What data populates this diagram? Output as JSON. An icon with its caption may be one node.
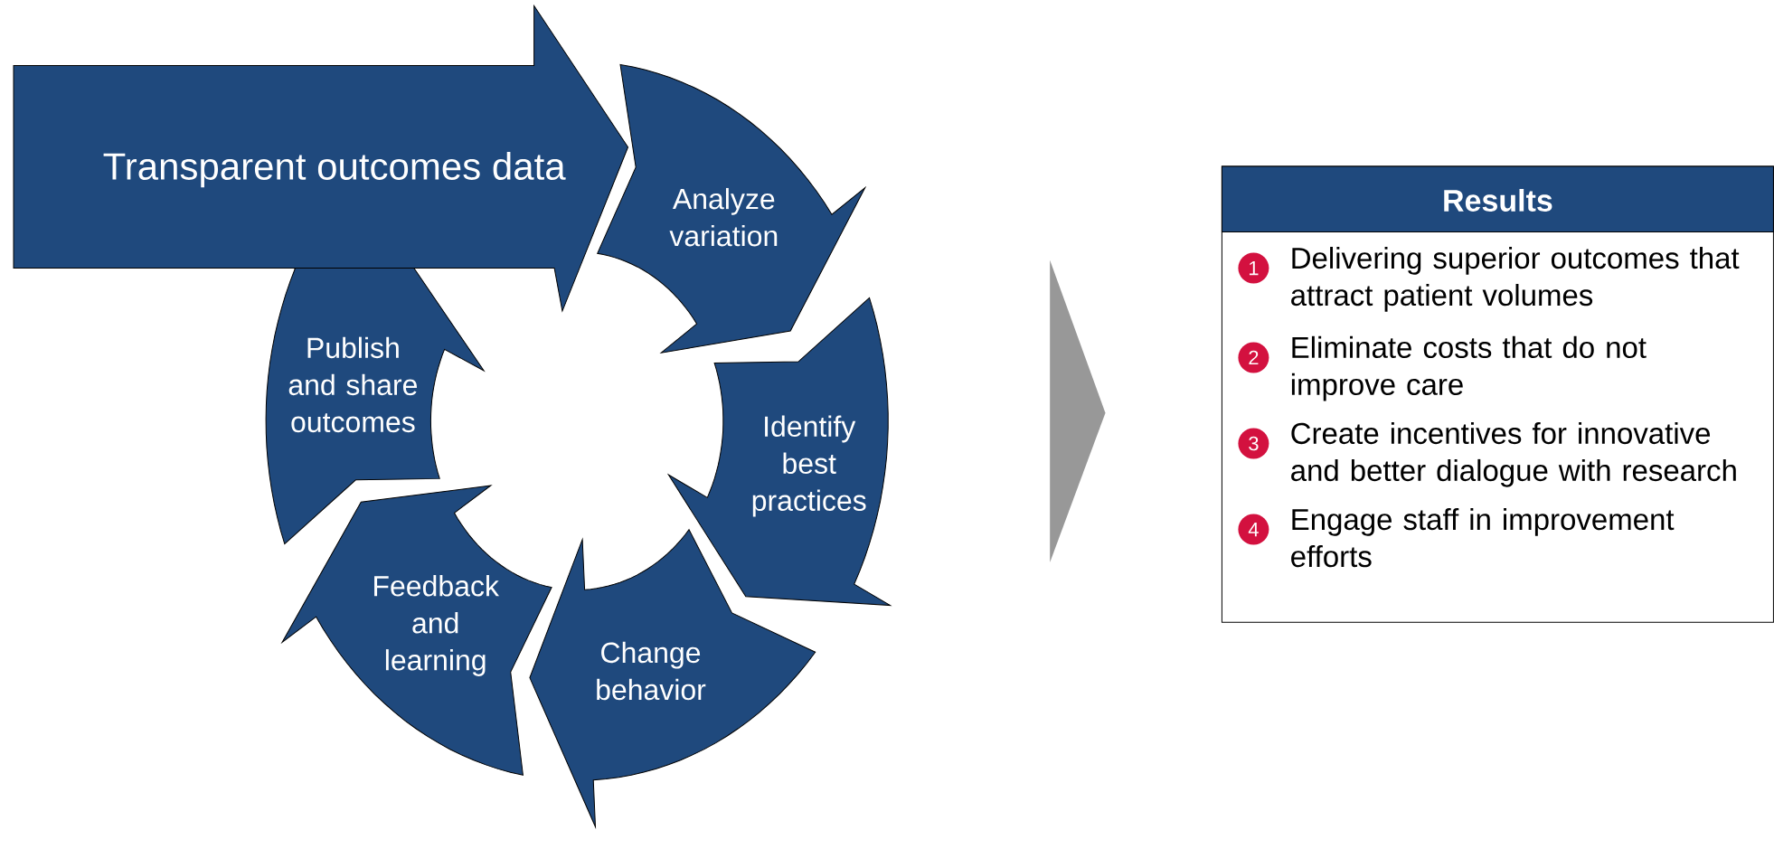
{
  "diagram": {
    "nodes": [
      {
        "text": [
          "Transparent outcomes data"
        ]
      },
      {
        "text": [
          "Analyze variation"
        ]
      },
      {
        "text": [
          "Identify best practices"
        ]
      },
      {
        "text": [
          "Change behavior"
        ]
      },
      {
        "text": [
          "Feedback and learning"
        ]
      },
      {
        "text": [
          "Publish and share outcomes"
        ]
      },
      {
        "text": [
          "Results",
          "Delivering superior outcomes that attract patient volumes",
          "Eliminate costs that do not improve care",
          "Create incentives for innovative and better dialogue with research",
          "Engage staff in improvement efforts"
        ]
      },
      {
        "text": [
          "1"
        ],
        "in": 6
      },
      {
        "text": [
          "2"
        ],
        "in": 6
      },
      {
        "text": [
          "3"
        ],
        "in": 6
      },
      {
        "text": [
          "4"
        ],
        "in": 6
      }
    ]
  }
}
